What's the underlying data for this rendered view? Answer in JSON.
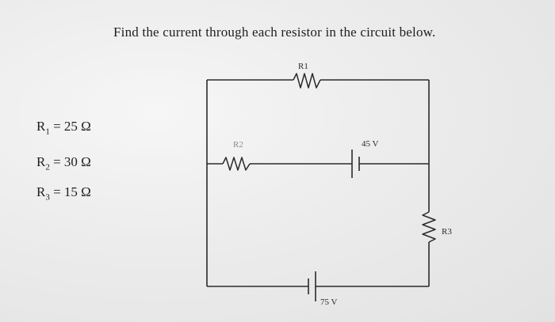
{
  "problem": {
    "question": "Find the current through each resistor in the circuit below."
  },
  "given_values": [
    {
      "symbol": "R",
      "subscript": "1",
      "text": "= 25 Ω"
    },
    {
      "symbol": "R",
      "subscript": "2",
      "text": "= 30 Ω"
    },
    {
      "symbol": "R",
      "subscript": "3",
      "text": "= 15 Ω"
    }
  ],
  "circuit": {
    "labels": {
      "r1": "R1",
      "r2": "R2",
      "r3": "R3",
      "battery_45": "45 V",
      "battery_75": "75 V"
    }
  }
}
